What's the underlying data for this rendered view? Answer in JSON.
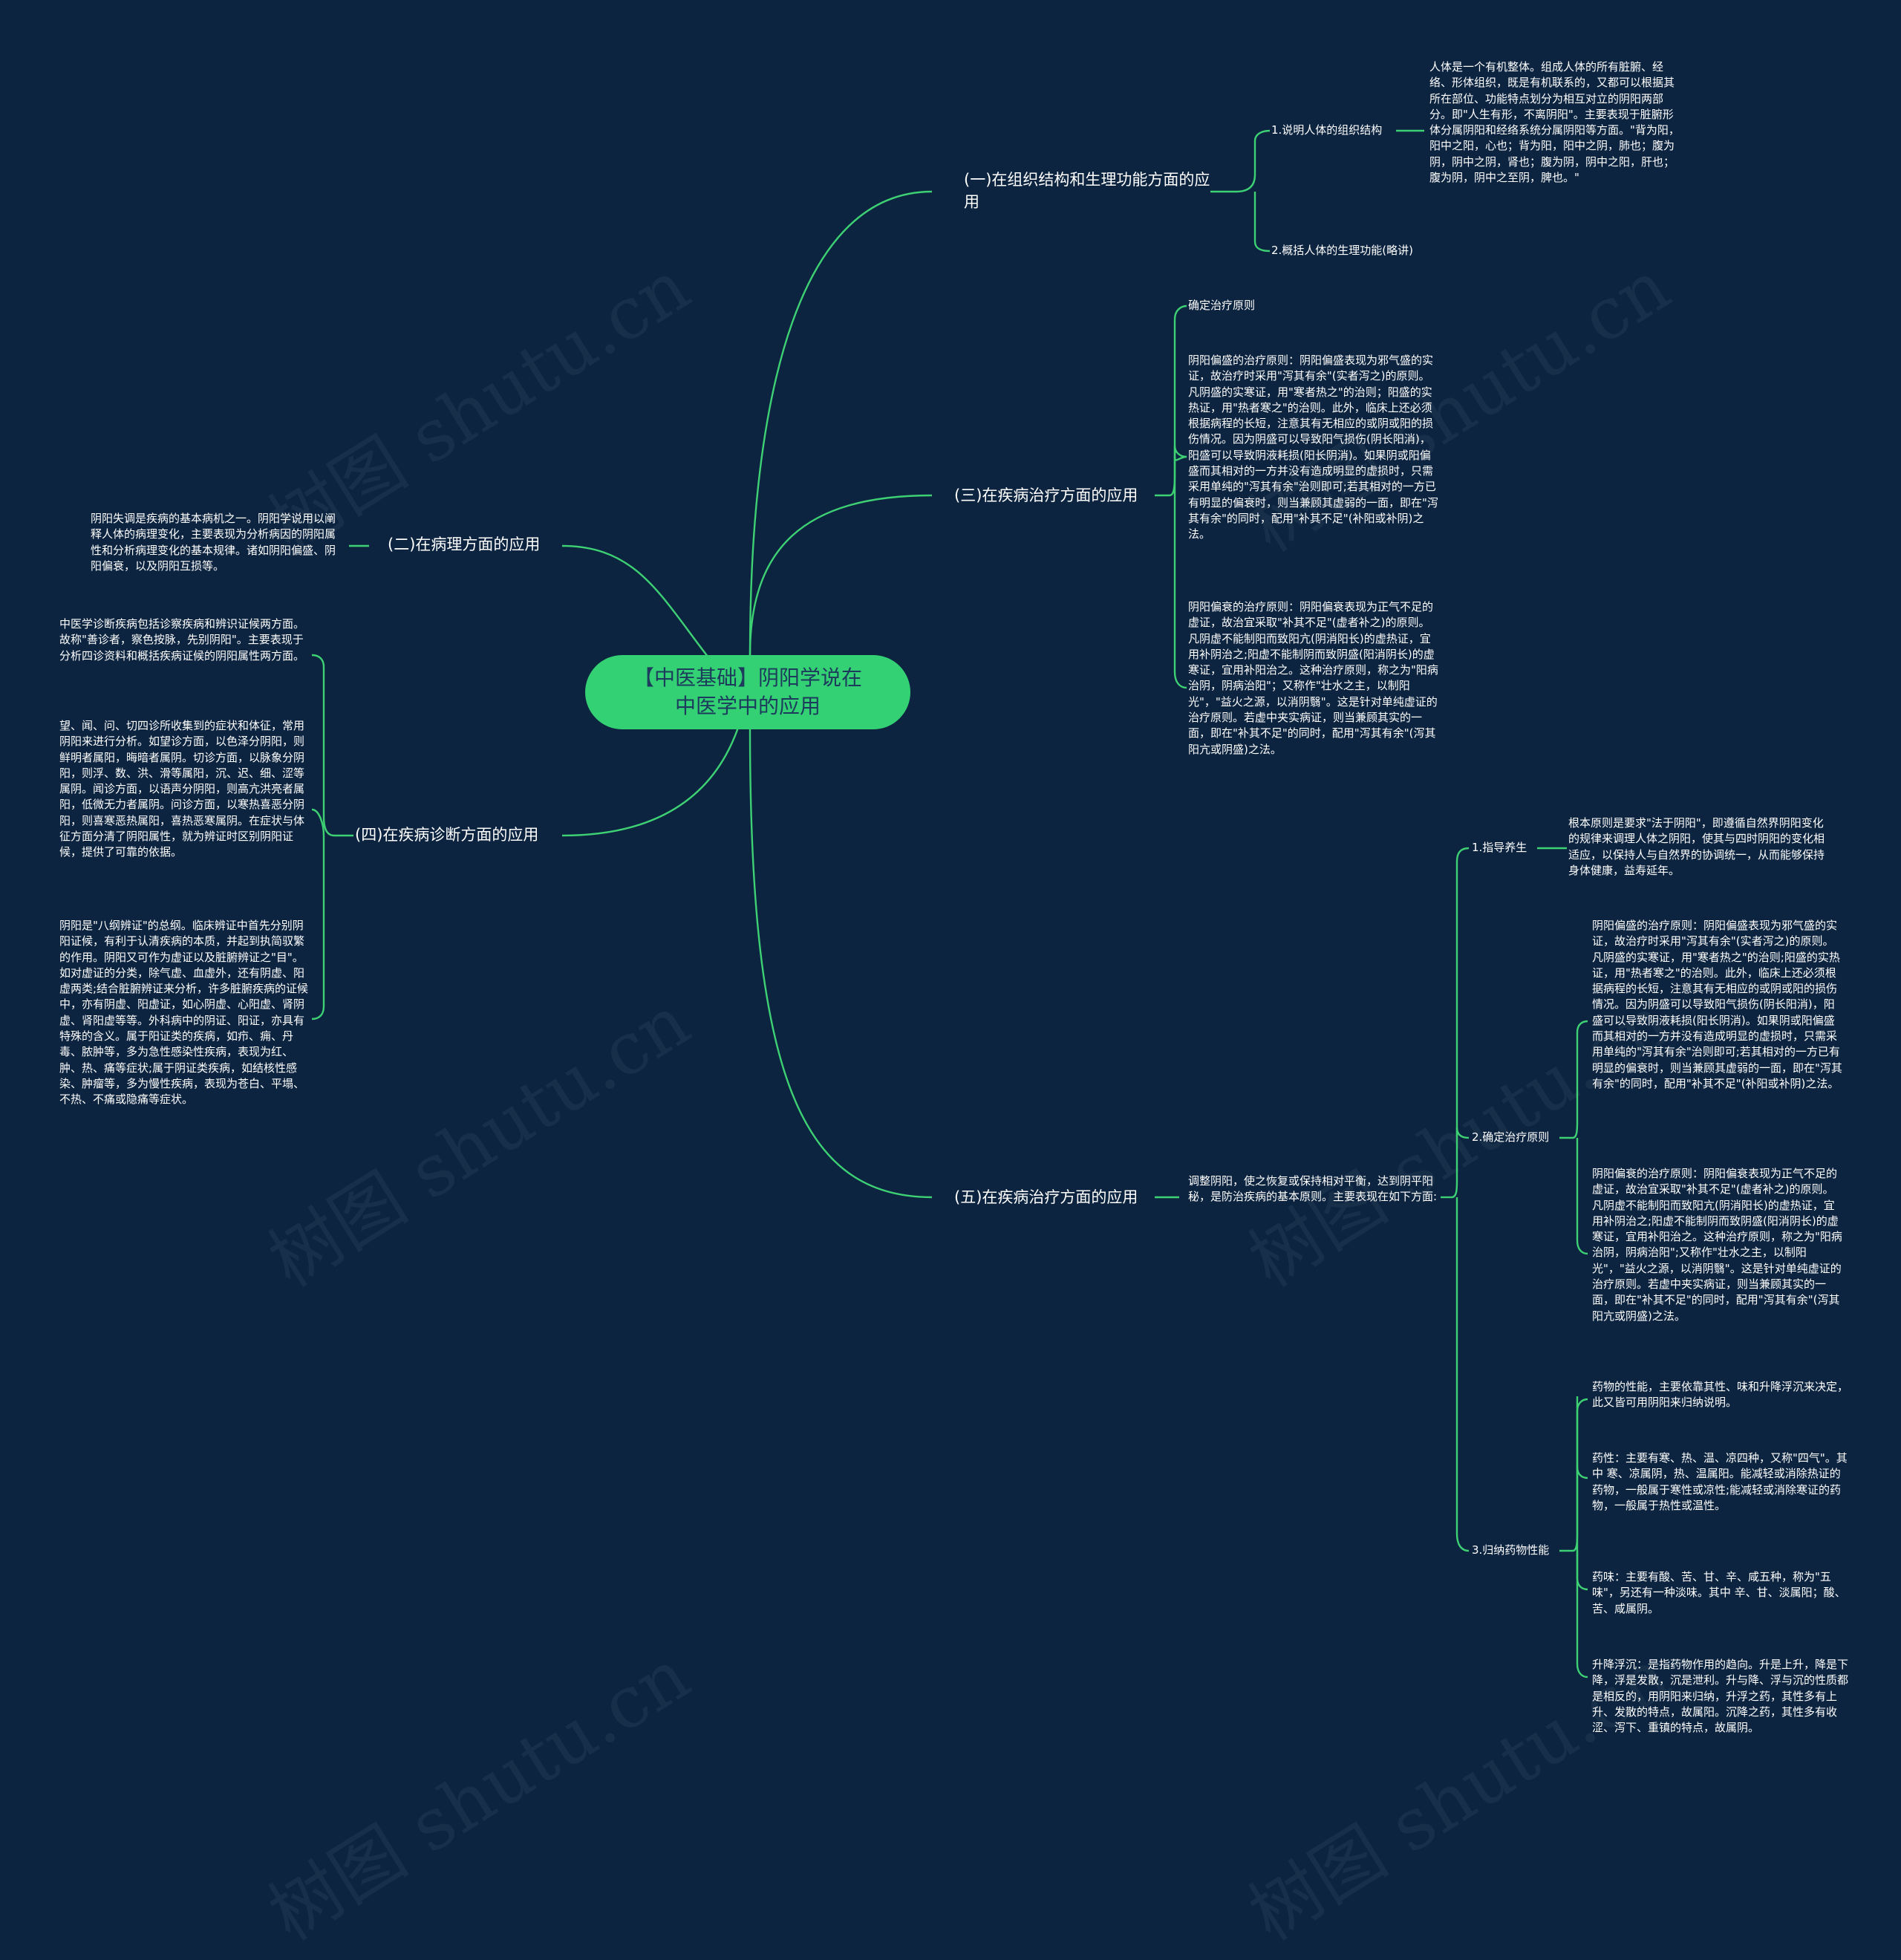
{
  "root": {
    "title": "【中医基础】阴阳学说在中医学中的应用"
  },
  "colors": {
    "background": "#0c2440",
    "root_fill": "#33d174",
    "connector": "#3ed174",
    "text": "#ffffff"
  },
  "watermark": "树图 shutu.cn",
  "branch1": {
    "label": "(一)在组织结构和生理功能方面的应用",
    "sub1": {
      "label": "1.说明人体的组织结构",
      "text": "人体是一个有机整体。组成人体的所有脏腑、经络、形体组织，既是有机联系的，又都可以根据其所在部位、功能特点划分为相互对立的阴阳两部分。即\"人生有形，不离阴阳\"。主要表现于脏腑形体分属阴阳和经络系统分属阴阳等方面。\"背为阳，阳中之阳，心也；背为阳，阳中之阴，肺也；腹为阴，阴中之阴，肾也；腹为阴，阴中之阳，肝也；腹为阴，阴中之至阴，脾也。\""
    },
    "sub2": {
      "label": "2.概括人体的生理功能(略讲)"
    }
  },
  "branch2": {
    "label": "(二)在病理方面的应用",
    "text": "阴阳失调是疾病的基本病机之一。阴阳学说用以阐释人体的病理变化，主要表现为分析病因的阴阳属性和分析病理变化的基本规律。诸如阴阳偏盛、阴阳偏衰，以及阴阳互损等。"
  },
  "branch3": {
    "label": "(三)在疾病治疗方面的应用",
    "leaf1": "确定治疗原则",
    "leaf2": "阴阳偏盛的治疗原则：阴阳偏盛表现为邪气盛的实证，故治疗时采用\"泻其有余\"(实者泻之)的原则。凡阴盛的实寒证，用\"寒者热之\"的治则；阳盛的实热证，用\"热者寒之\"的治则。此外，临床上还必须根据病程的长短，注意其有无相应的或阴或阳的损伤情况。因为阴盛可以导致阳气损伤(阴长阳消)，阳盛可以导致阴液耗损(阳长阴消)。如果阴或阳偏盛而其相对的一方并没有造成明显的虚损时，只需采用单纯的\"泻其有余\"治则即可;若其相对的一方已有明显的偏衰时，则当兼顾其虚弱的一面，即在\"泻其有余\"的同时，配用\"补其不足\"(补阳或补阴)之法。",
    "leaf3": "阴阳偏衰的治疗原则：阴阳偏衰表现为正气不足的虚证，故治宜采取\"补其不足\"(虚者补之)的原则。凡阴虚不能制阳而致阳亢(阴消阳长)的虚热证，宜用补阴治之;阳虚不能制阴而致阴盛(阳消阴长)的虚寒证，宜用补阳治之。这种治疗原则，称之为\"阳病治阴，阴病治阳\"；又称作\"壮水之主，以制阳光\"，\"益火之源，以消阴翳\"。这是针对单纯虚证的治疗原则。若虚中夹实病证，则当兼顾其实的一面，即在\"补其不足\"的同时，配用\"泻其有余\"(泻其阳亢或阴盛)之法。"
  },
  "branch4": {
    "label": "(四)在疾病诊断方面的应用",
    "leaf1": "中医学诊断疾病包括诊察疾病和辨识证候两方面。故称\"善诊者，察色按脉，先别阴阳\"。主要表现于分析四诊资料和概括疾病证候的阴阳属性两方面。",
    "leaf2": "望、闻、问、切四诊所收集到的症状和体征，常用阴阳来进行分析。如望诊方面，以色泽分阴阳，则鲜明者属阳，晦暗者属阴。切诊方面，以脉象分阴阳，则浮、数、洪、滑等属阳，沉、迟、细、涩等属阴。闻诊方面，以语声分阴阳，则高亢洪亮者属阳，低微无力者属阴。问诊方面，以寒热喜恶分阴阳，则喜寒恶热属阳，喜热恶寒属阴。在症状与体征方面分清了阴阳属性，就为辨证时区别阴阳证候，提供了可靠的依据。",
    "leaf3": "阴阳是\"八纲辨证\"的总纲。临床辨证中首先分别阴阳证候，有利于认清疾病的本质，并起到执简驭繁的作用。阴阳又可作为虚证以及脏腑辨证之\"目\"。如对虚证的分类，除气虚、血虚外，还有阴虚、阳虚两类;结合脏腑辨证来分析，许多脏腑疾病的证候中，亦有阴虚、阳虚证，如心阴虚、心阳虚、肾阴虚、肾阳虚等等。外科病中的阴证、阳证，亦具有特殊的含义。属于阳证类的疾病，如疖、痈、丹毒、脓肿等，多为急性感染性疾病，表现为红、肿、热、痛等症状;属于阴证类疾病，如结核性感染、肿瘤等，多为慢性疾病，表现为苍白、平塌、不热、不痛或隐痛等症状。"
  },
  "branch5": {
    "label": "(五)在疾病治疗方面的应用",
    "intro": "调整阴阳，使之恢复或保持相对平衡，达到阴平阳秘，是防治疾病的基本原则。主要表现在如下方面:",
    "sub1": {
      "label": "1.指导养生",
      "text": "根本原则是要求\"法于阴阳\"，即遵循自然界阴阳变化的规律来调理人体之阴阳，使其与四时阴阳的变化相适应，以保持人与自然界的协调统一，从而能够保持身体健康，益寿延年。"
    },
    "sub2": {
      "label": "2.确定治疗原则",
      "leaf1": "阴阳偏盛的治疗原则：阴阳偏盛表现为邪气盛的实证，故治疗时采用\"泻其有余\"(实者泻之)的原则。凡阴盛的实寒证，用\"寒者热之\"的治则;阳盛的实热证，用\"热者寒之\"的治则。此外，临床上还必须根据病程的长短，注意其有无相应的或阴或阳的损伤情况。因为阴盛可以导致阳气损伤(阴长阳消)，阳盛可以导致阴液耗损(阳长阴消)。如果阴或阳偏盛而其相对的一方并没有造成明显的虚损时，只需采用单纯的\"泻其有余\"治则即可;若其相对的一方已有明显的偏衰时，则当兼顾其虚弱的一面，即在\"泻其有余\"的同时，配用\"补其不足\"(补阳或补阴)之法。",
      "leaf2": "阴阳偏衰的治疗原则：阴阳偏衰表现为正气不足的虚证，故治宜采取\"补其不足\"(虚者补之)的原则。凡阴虚不能制阳而致阳亢(阴消阳长)的虚热证，宜用补阴治之;阳虚不能制阴而致阴盛(阳消阴长)的虚寒证，宜用补阳治之。这种治疗原则，称之为\"阳病治阴，阴病治阳\";又称作\"壮水之主，以制阳光\"，\"益火之源，以消阴翳\"。这是针对单纯虚证的治疗原则。若虚中夹实病证，则当兼顾其实的一面，即在\"补其不足\"的同时，配用\"泻其有余\"(泻其阳亢或阴盛)之法。"
    },
    "sub3": {
      "label": "3.归纳药物性能",
      "leaf1": "药物的性能，主要依靠其性、味和升降浮沉来决定，此又皆可用阴阳来归纳说明。",
      "leaf2": "药性：主要有寒、热、温、凉四种，又称\"四气\"。其中 寒、凉属阴，热、温属阳。能减轻或消除热证的药物，一般属于寒性或凉性;能减轻或消除寒证的药物，一般属于热性或温性。",
      "leaf3": "药味：主要有酸、苦、甘、辛、咸五种，称为\"五味\"，另还有一种淡味。其中 辛、甘、淡属阳；酸、苦、咸属阴。",
      "leaf4": "升降浮沉：是指药物作用的趋向。升是上升，降是下降，浮是发散，沉是泄利。升与降、浮与沉的性质都是相反的，用阴阳来归纳，升浮之药，其性多有上升、发散的特点，故属阳。沉降之药，其性多有收涩、泻下、重镇的特点，故属阴。"
    }
  }
}
